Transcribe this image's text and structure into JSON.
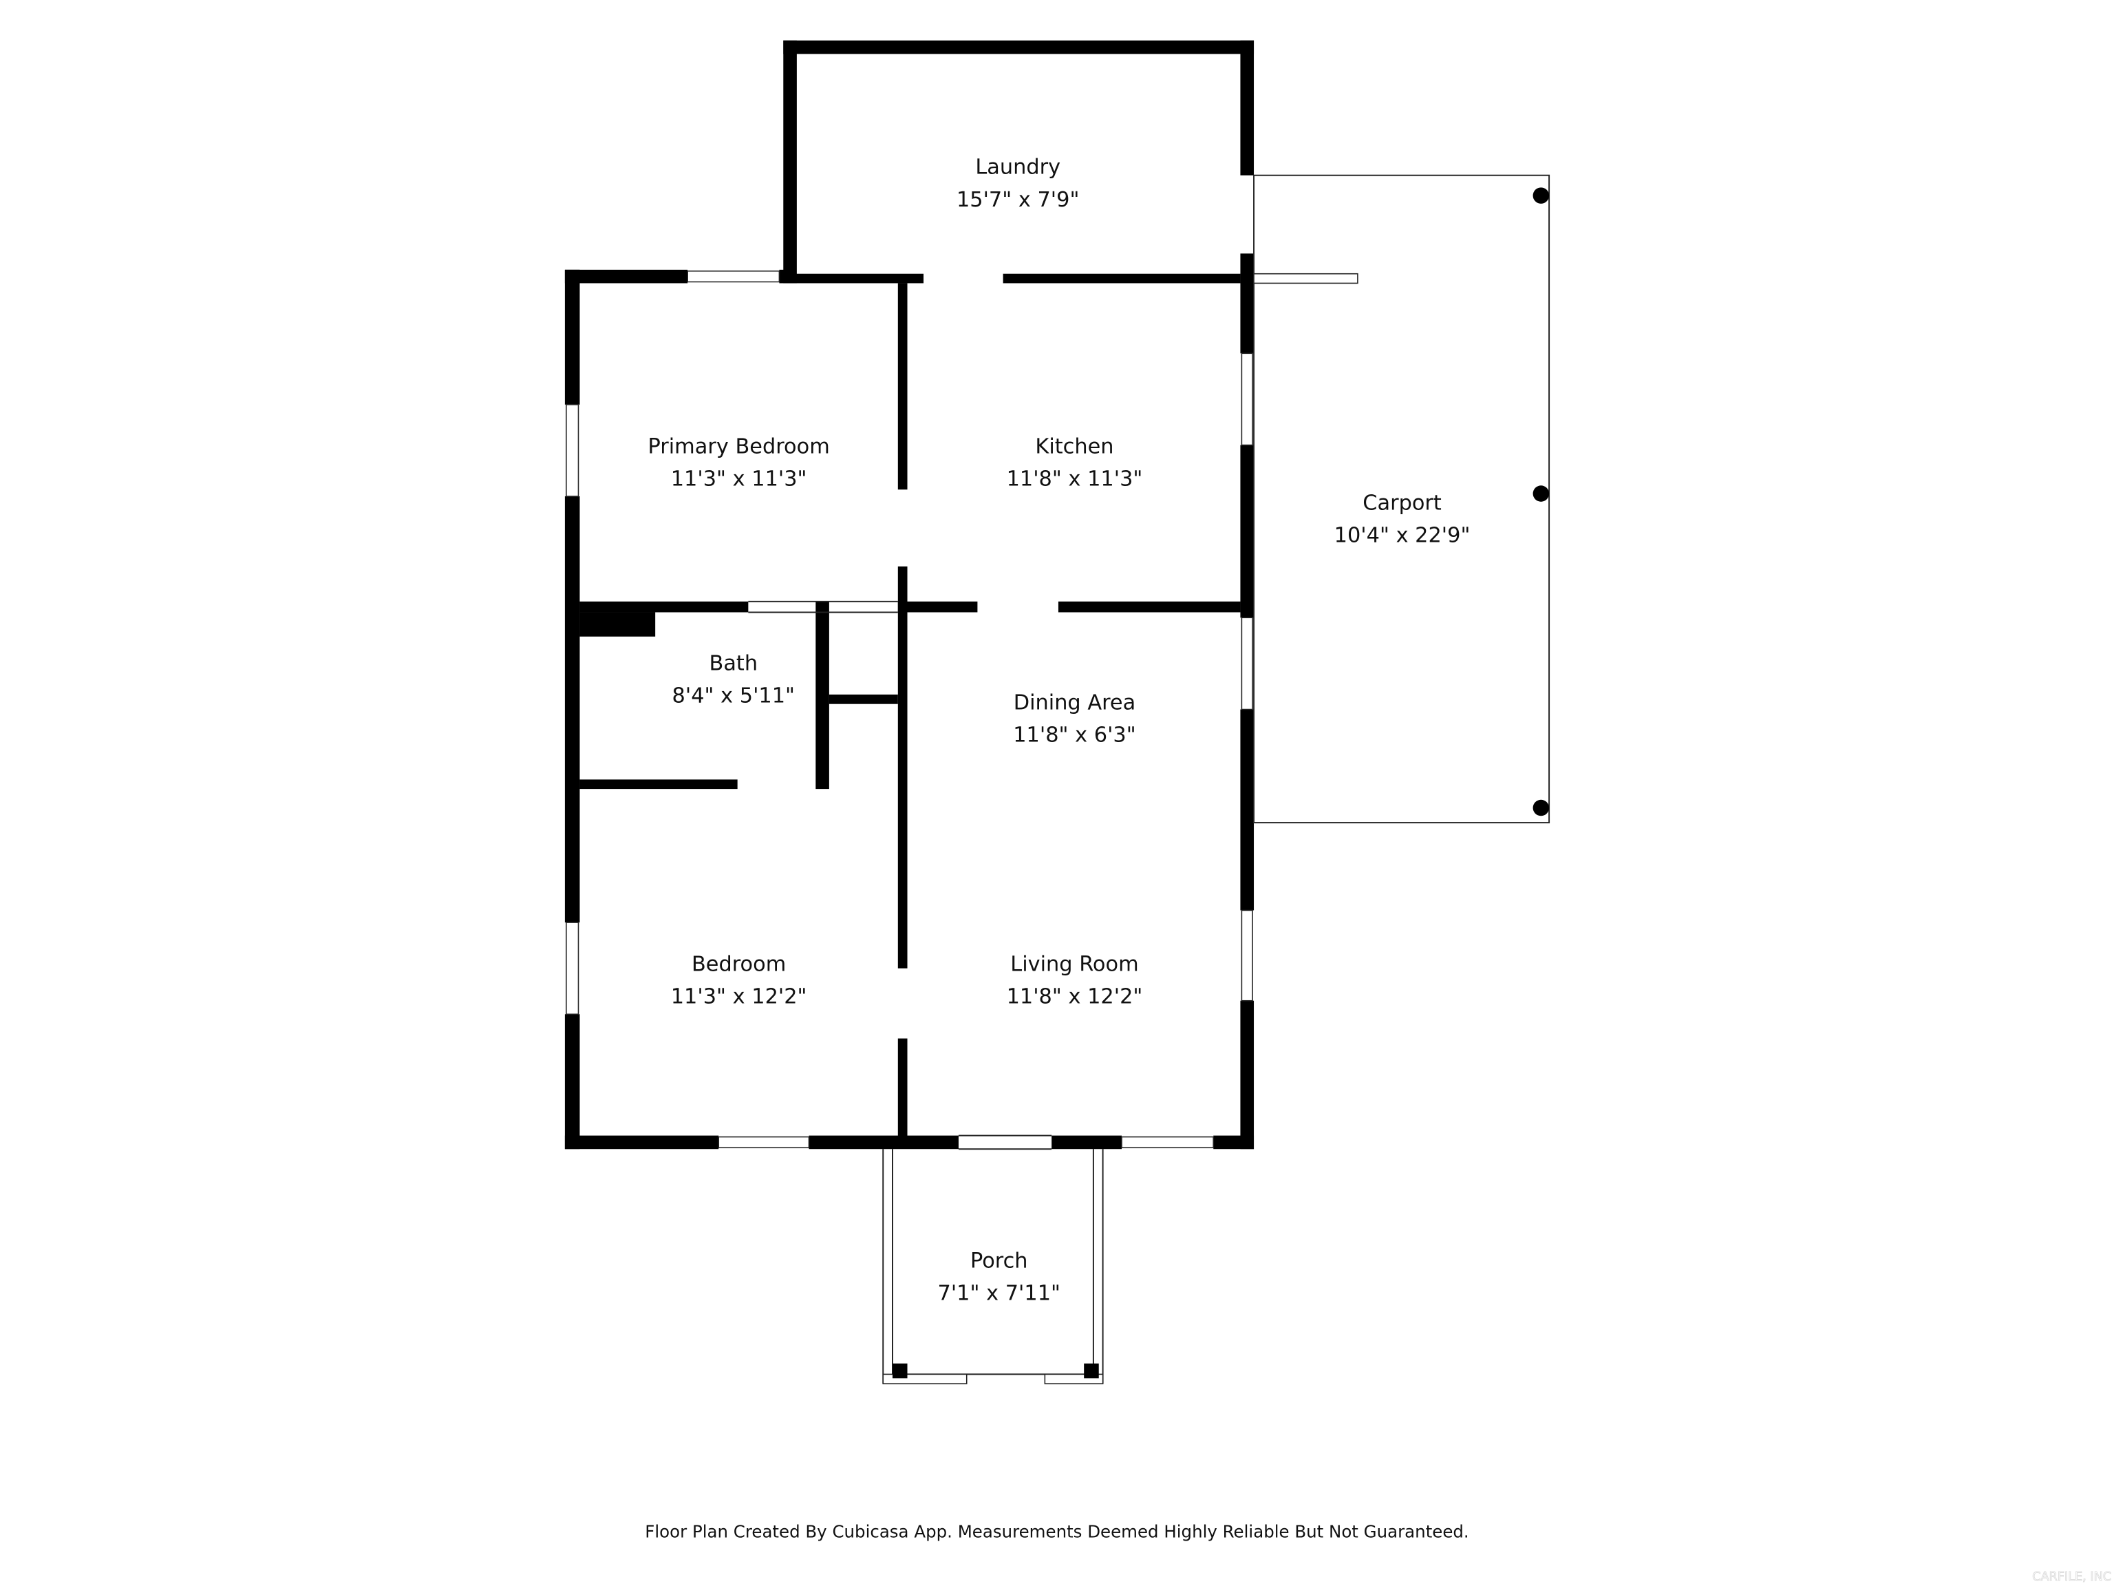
{
  "rooms": [
    {
      "name": "Laundry",
      "size": "15'7\" x 7'9\""
    },
    {
      "name": "Primary Bedroom",
      "size": "11'3\" x 11'3\""
    },
    {
      "name": "Kitchen",
      "size": "11'8\" x 11'3\""
    },
    {
      "name": "Carport",
      "size": "10'4\" x 22'9\""
    },
    {
      "name": "Bath",
      "size": "8'4\" x 5'11\""
    },
    {
      "name": "Dining Area",
      "size": "11'8\" x 6'3\""
    },
    {
      "name": "Bedroom",
      "size": "11'3\" x 12'2\""
    },
    {
      "name": "Living Room",
      "size": "11'8\" x 12'2\""
    },
    {
      "name": "Porch",
      "size": "7'1\" x 7'11\""
    }
  ],
  "footer": "Floor Plan Created By Cubicasa App. Measurements Deemed Highly Reliable But Not Guaranteed.",
  "watermark": "CARFILE, INC"
}
